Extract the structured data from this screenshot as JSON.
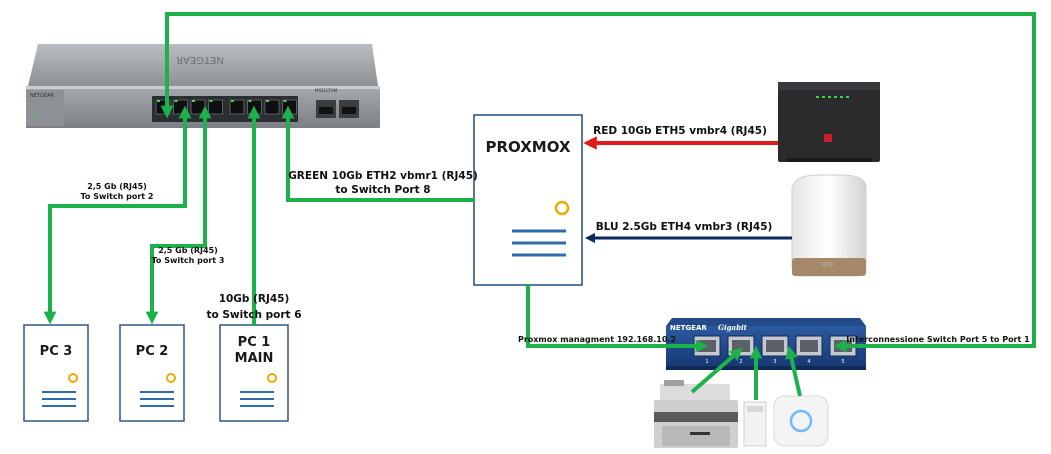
{
  "colors": {
    "green": "#1cb14b",
    "red": "#e11a1a",
    "navy": "#0d2a5e",
    "box_border": "#1e4b78",
    "accent_circle": "#f2a900",
    "lines_blue": "#2f6da8"
  },
  "nodes": {
    "proxmox": {
      "title": "PROXMOX"
    },
    "pc3": {
      "title": "PC 3"
    },
    "pc2": {
      "title": "PC 2"
    },
    "pc1": {
      "title": "PC 1",
      "subtitle": "MAIN"
    }
  },
  "devices": {
    "top_switch": {
      "icon": "managed-switch",
      "model": "MS510TXM"
    },
    "small_switch": {
      "icon": "gigabit-switch",
      "brand": "NETGEAR",
      "brand_italic": "Gigabit",
      "ports": [
        "1",
        "2",
        "3",
        "4",
        "5"
      ]
    },
    "router": {
      "icon": "router"
    },
    "mesh": {
      "icon": "mesh-access-point",
      "brand": "orbi"
    },
    "printer": {
      "icon": "printer"
    },
    "small_device": {
      "icon": "small-device"
    },
    "hub": {
      "icon": "smart-hub"
    }
  },
  "labels": {
    "pc3_link": [
      "2,5 Gb (RJ45)",
      "To Switch port 2"
    ],
    "pc2_link": [
      "2,5 Gb (RJ45)",
      "To Switch port 3"
    ],
    "pc1_link": [
      "10Gb (RJ45)",
      "to Switch port 6"
    ],
    "green_link": [
      "GREEN 10Gb ETH2 vbmr1 (RJ45)",
      "to Switch Port 8"
    ],
    "red_link": "RED 10Gb ETH5 vmbr4 (RJ45)",
    "blu_link": "BLU 2.5Gb ETH4 vmbr3 (RJ45)",
    "mgmt_link": "Proxmox managment 192.168.10.2",
    "interconnect_link": "Interconnessione Switch Port 5 to Port 1"
  }
}
